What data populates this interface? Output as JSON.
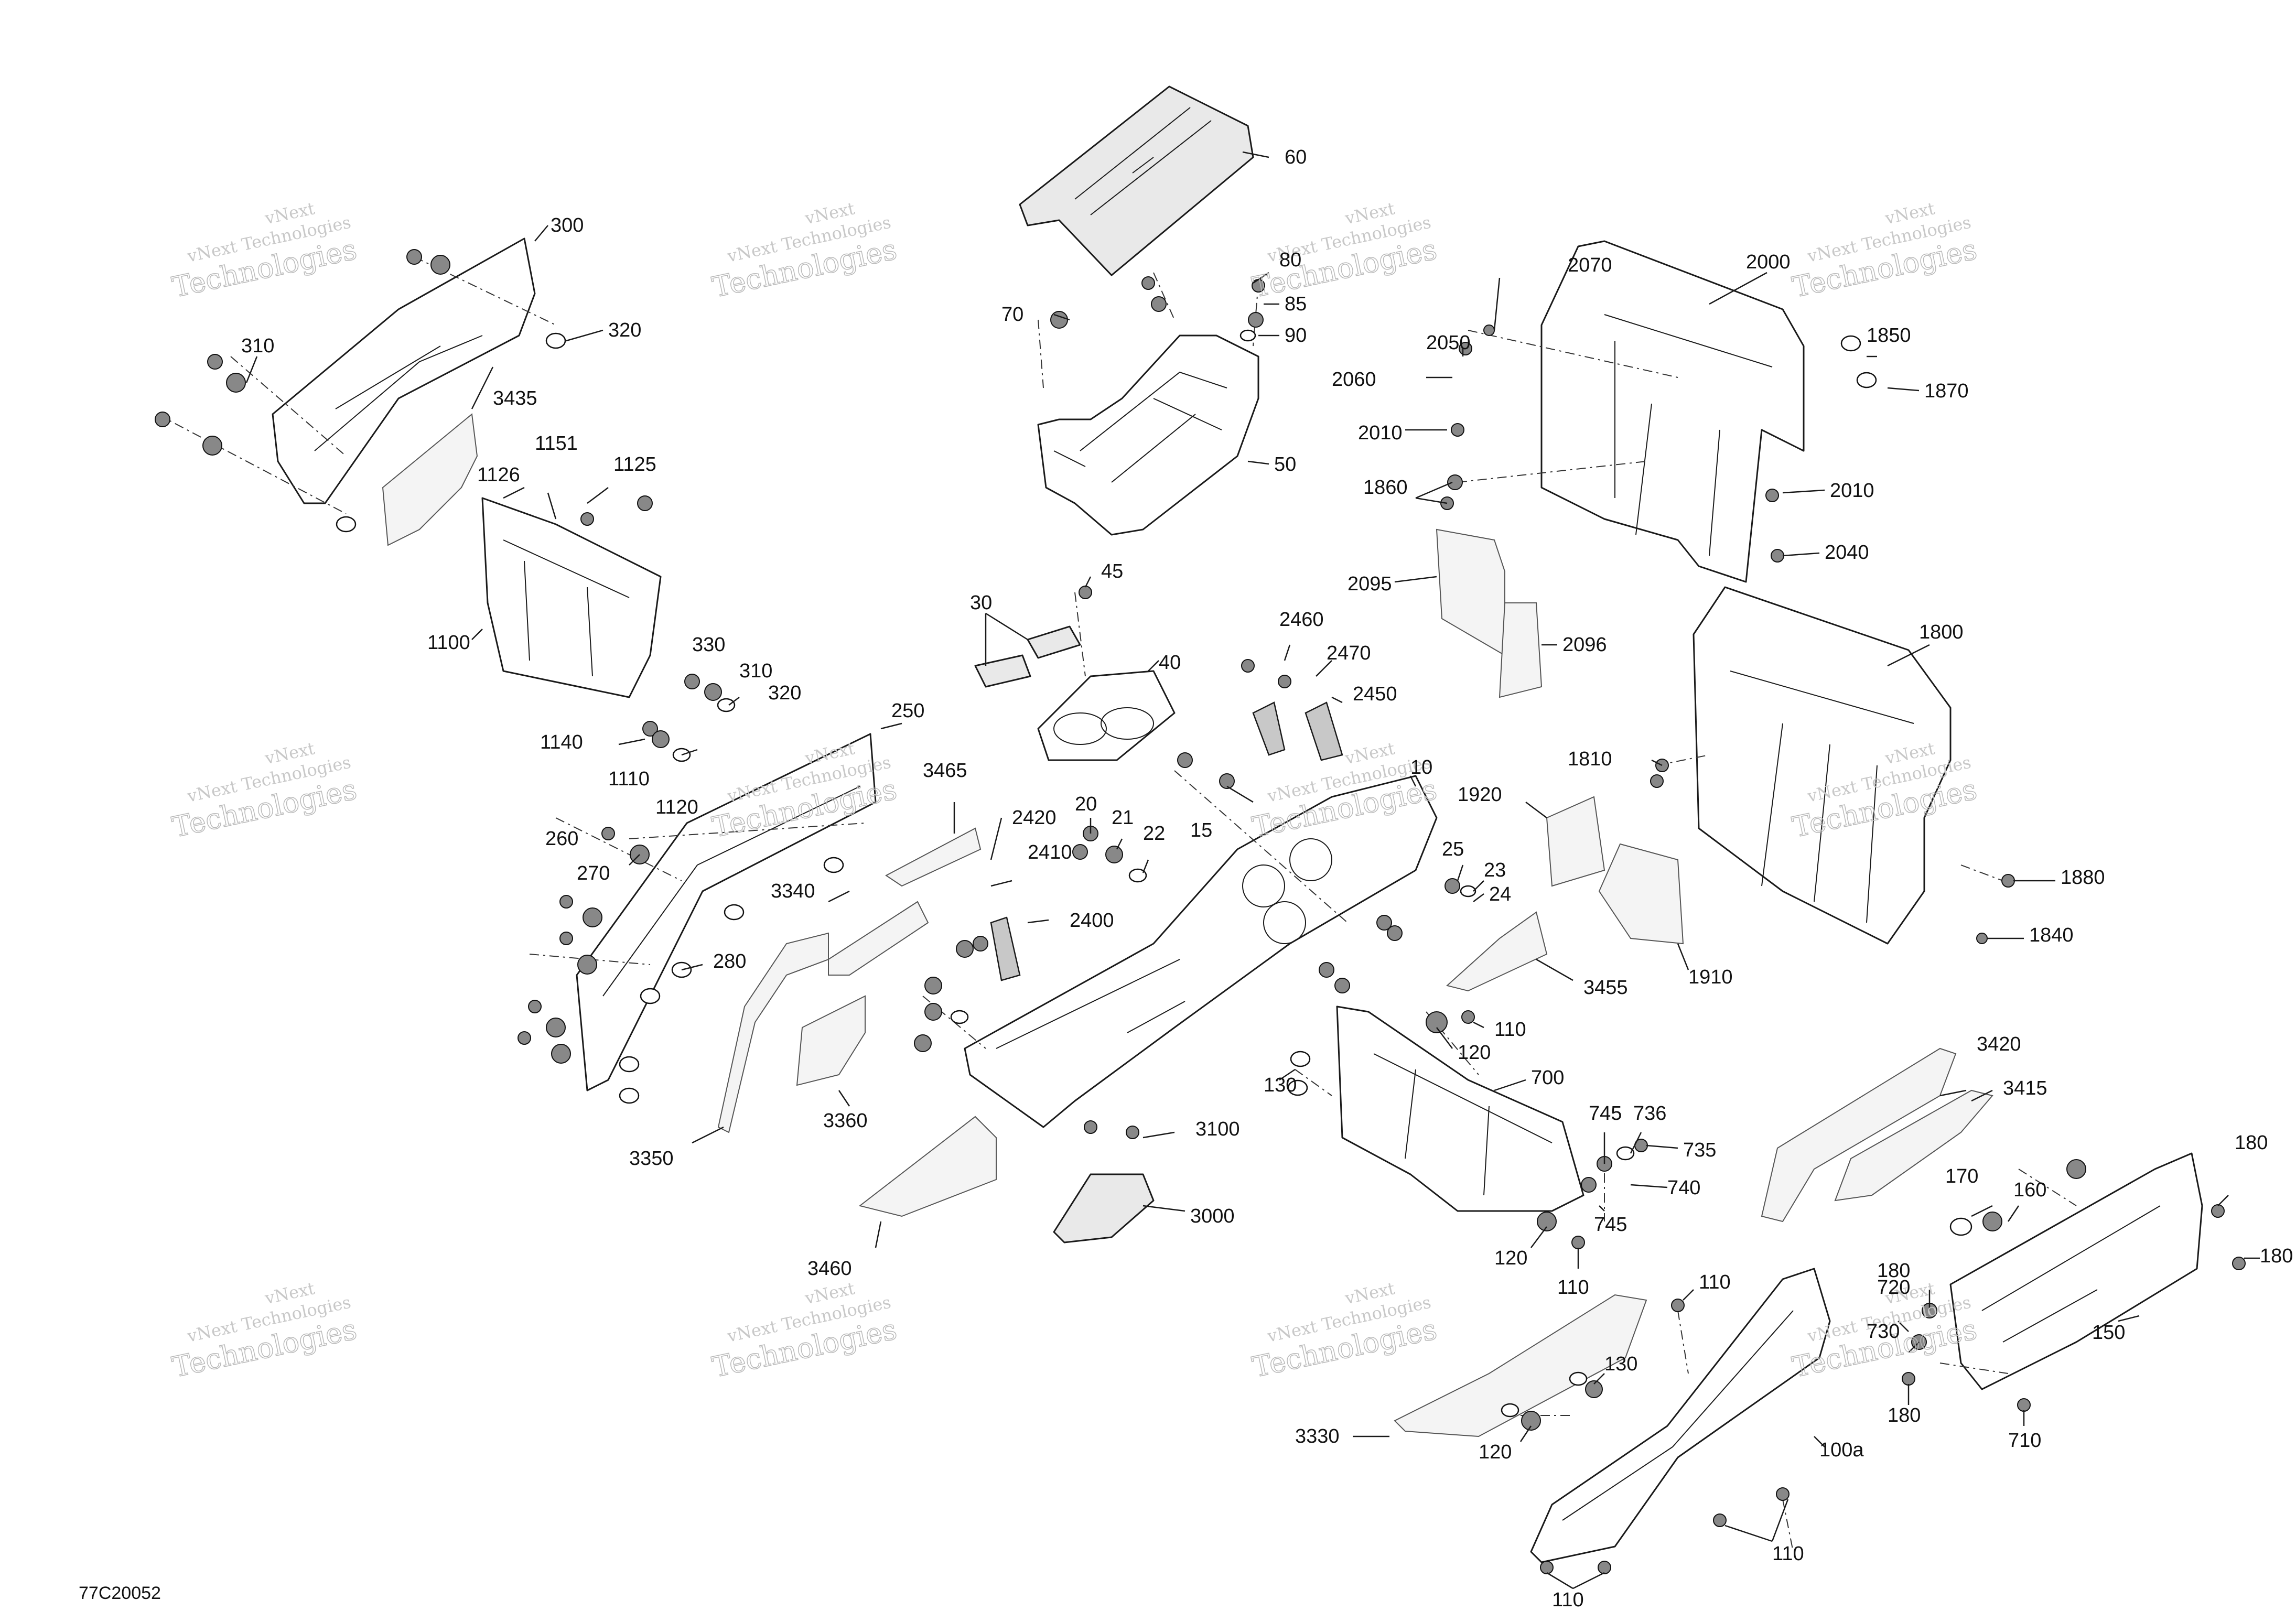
{
  "figure_id": "77C20052",
  "watermark": {
    "line1": "vNext",
    "line2": "vNext Technologies",
    "line3": "Technologies"
  },
  "callouts": {
    "c10": "10",
    "c15": "15",
    "c20": "20",
    "c21": "21",
    "c22": "22",
    "c23": "23",
    "c24": "24",
    "c25": "25",
    "c30": "30",
    "c40": "40",
    "c45": "45",
    "c50": "50",
    "c60": "60",
    "c70": "70",
    "c80": "80",
    "c85": "85",
    "c90": "90",
    "c100a": "100a",
    "c110": "110",
    "c120": "120",
    "c130": "130",
    "c150": "150",
    "c160": "160",
    "c170": "170",
    "c180": "180",
    "c250": "250",
    "c260": "260",
    "c270": "270",
    "c280": "280",
    "c300": "300",
    "c310": "310",
    "c320": "320",
    "c330": "330",
    "c700": "700",
    "c710": "710",
    "c720": "720",
    "c730": "730",
    "c735": "735",
    "c736": "736",
    "c740": "740",
    "c745": "745",
    "c1100": "1100",
    "c1110": "1110",
    "c1120": "1120",
    "c1125": "1125",
    "c1126": "1126",
    "c1140": "1140",
    "c1151": "1151",
    "c1800": "1800",
    "c1810": "1810",
    "c1840": "1840",
    "c1850": "1850",
    "c1860": "1860",
    "c1870": "1870",
    "c1880": "1880",
    "c1910": "1910",
    "c1920": "1920",
    "c2000": "2000",
    "c2010": "2010",
    "c2040": "2040",
    "c2050": "2050",
    "c2060": "2060",
    "c2070": "2070",
    "c2095": "2095",
    "c2096": "2096",
    "c2400": "2400",
    "c2410": "2410",
    "c2420": "2420",
    "c2450": "2450",
    "c2460": "2460",
    "c2470": "2470",
    "c3000": "3000",
    "c3100": "3100",
    "c3330": "3330",
    "c3340": "3340",
    "c3350": "3350",
    "c3360": "3360",
    "c3415": "3415",
    "c3420": "3420",
    "c3435": "3435",
    "c3455": "3455",
    "c3460": "3460",
    "c3465": "3465"
  }
}
